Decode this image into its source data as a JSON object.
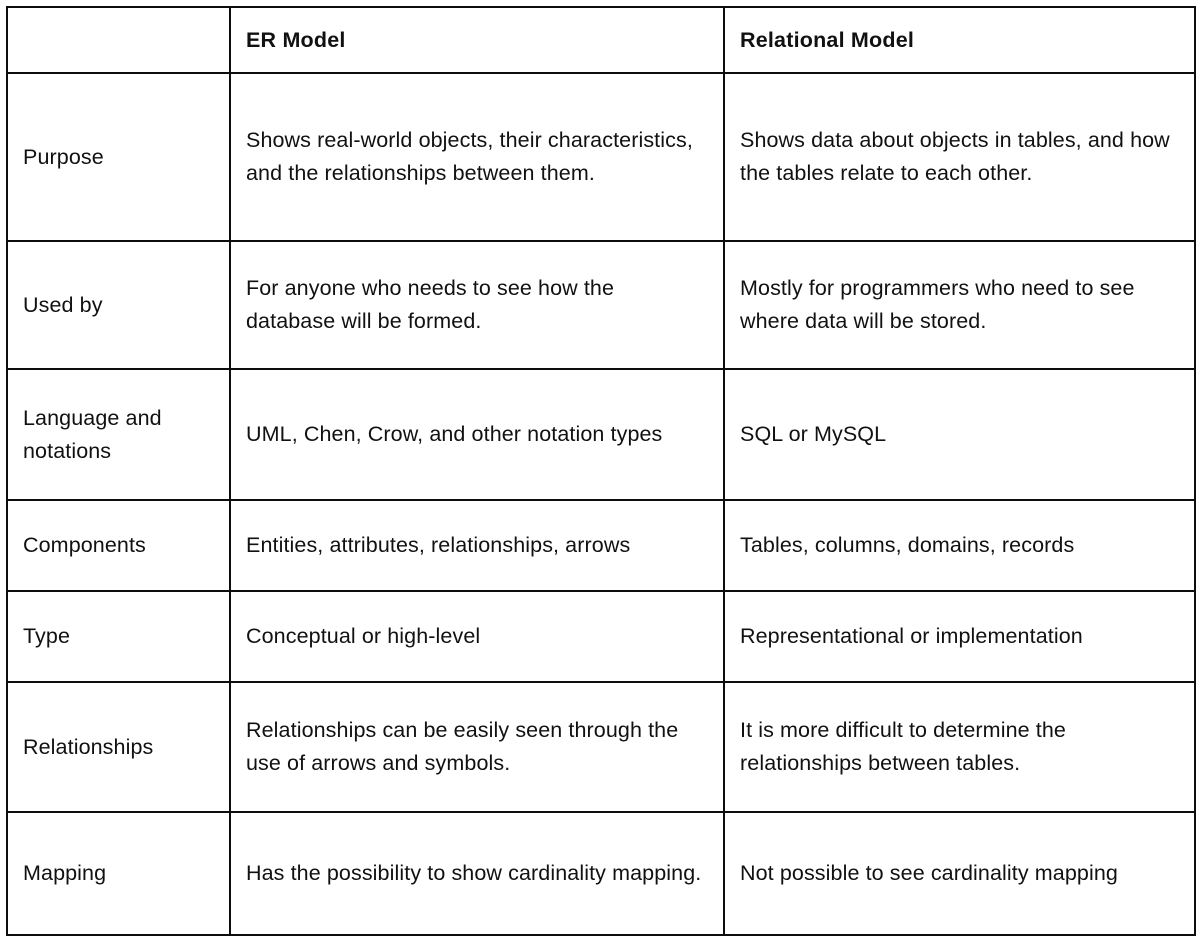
{
  "table": {
    "columns": [
      {
        "key": "attribute",
        "label": ""
      },
      {
        "key": "er_model",
        "label": "ER Model"
      },
      {
        "key": "relational_model",
        "label": "Relational Model"
      }
    ],
    "rows": [
      {
        "id": "purpose",
        "attribute": "Purpose",
        "er_model": "Shows real-world objects, their characteristics, and the relationships between them.",
        "relational_model": "Shows data about objects in tables, and how the tables relate to each other."
      },
      {
        "id": "used-by",
        "attribute": "Used by",
        "er_model": "For anyone who needs to see how the database will be formed.",
        "relational_model": "Mostly for programmers who need to see where data will be stored."
      },
      {
        "id": "language",
        "attribute": "Language and notations",
        "er_model": "UML, Chen, Crow, and other notation types",
        "relational_model": "SQL or MySQL"
      },
      {
        "id": "components",
        "attribute": "Components",
        "er_model": "Entities, attributes, relationships, arrows",
        "relational_model": "Tables, columns, domains, records"
      },
      {
        "id": "type",
        "attribute": "Type",
        "er_model": "Conceptual or high-level",
        "relational_model": "Representational or implementation"
      },
      {
        "id": "relationships",
        "attribute": "Relationships",
        "er_model": "Relationships can be easily seen through the use of arrows and symbols.",
        "relational_model": "It is more difficult to determine the relationships between tables."
      },
      {
        "id": "mapping",
        "attribute": "Mapping",
        "er_model": "Has the possibility to show cardinality mapping.",
        "relational_model": "Not possible to see cardinality mapping"
      }
    ]
  },
  "colors": {
    "border": "#0d0d0d",
    "text": "#111111",
    "background": "#ffffff"
  }
}
